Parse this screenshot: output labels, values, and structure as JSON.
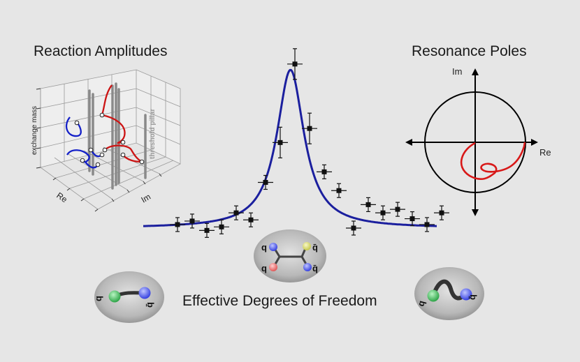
{
  "titles": {
    "reaction": "Reaction Amplitudes",
    "poles": "Resonance Poles",
    "dof": "Effective Degrees of Freedom"
  },
  "amplitudes_box": {
    "z_label": "exchange mass",
    "x_label": "Re",
    "y_label": "Im",
    "pillar_label": "threshold pillar"
  },
  "poles_plot": {
    "x_label": "Re",
    "y_label": "Im"
  },
  "particles": {
    "quark": "q",
    "antiquark": "q̄"
  },
  "colors": {
    "background": "#e6e6e6",
    "lineshape": "#1b1f9e",
    "pole_trajectory": "#d81818",
    "amplitude_blue": "#1420c8",
    "amplitude_red": "#cc1414",
    "pillar": "#888888",
    "quark_green": "#3fc35a",
    "quark_blue": "#4a57ee",
    "quark_red": "#ee7a7a",
    "quark_yellow": "#d6d86a"
  },
  "chart_data": {
    "type": "scatter",
    "note_curve": "Breit-Wigner like resonance lineshape with data points and error bars",
    "points": [
      {
        "x": 0.07,
        "y": 0.03
      },
      {
        "x": 0.1,
        "y": 0.06
      },
      {
        "x": 0.13,
        "y": -0.02
      },
      {
        "x": 0.16,
        "y": 0.01
      },
      {
        "x": 0.19,
        "y": 0.13
      },
      {
        "x": 0.22,
        "y": 0.07
      },
      {
        "x": 0.25,
        "y": 0.39
      },
      {
        "x": 0.28,
        "y": 0.73
      },
      {
        "x": 0.31,
        "y": 1.4
      },
      {
        "x": 0.34,
        "y": 0.85
      },
      {
        "x": 0.37,
        "y": 0.48
      },
      {
        "x": 0.4,
        "y": 0.32
      },
      {
        "x": 0.43,
        "y": 0.0
      },
      {
        "x": 0.46,
        "y": 0.2
      },
      {
        "x": 0.49,
        "y": 0.13
      },
      {
        "x": 0.52,
        "y": 0.16
      },
      {
        "x": 0.55,
        "y": 0.08
      },
      {
        "x": 0.58,
        "y": 0.03
      },
      {
        "x": 0.61,
        "y": 0.13
      }
    ]
  }
}
